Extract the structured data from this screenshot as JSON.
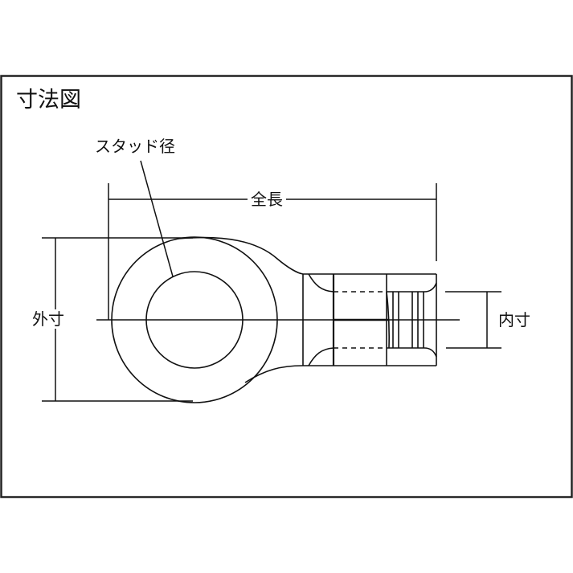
{
  "diagram": {
    "title": "寸法図",
    "labels": {
      "stud_diameter": "スタッド径",
      "total_length": "全長",
      "outer_dimension": "外寸",
      "inner_dimension": "内寸"
    },
    "colors": {
      "line": "#111111",
      "background": "#ffffff",
      "frame": "#222222"
    }
  }
}
